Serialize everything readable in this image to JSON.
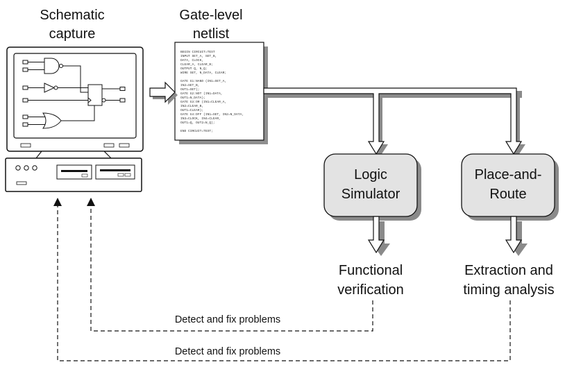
{
  "labels": {
    "schematic_line1": "Schematic",
    "schematic_line2": "capture",
    "netlist_line1": "Gate-level",
    "netlist_line2": "netlist",
    "simulator_line1": "Logic",
    "simulator_line2": "Simulator",
    "par_line1": "Place-and-",
    "par_line2": "Route",
    "func_line1": "Functional",
    "func_line2": "verification",
    "timing_line1": "Extraction and",
    "timing_line2": "timing analysis",
    "feedback_upper": "Detect and fix problems",
    "feedback_lower": "Detect and fix problems"
  },
  "netlist_code": [
    "BEGIN CIRCUIT=TEST",
    "  INPUT  SET_A, SET_B,",
    "         DATA, CLOCK,",
    "         CLEAR_A, CLEAR_B;",
    "  OUTPUT Q, N_Q;",
    "  WIRE   SET, N_DATA, CLEAR;",
    "",
    "  GATE G1:NAND  (IN1=SET_A,",
    "                 IN2=SET_B,",
    "                 OUT1=SET);",
    "  GATE G2:NOT   (IN1=DATA,",
    "                 OUT1=N_DATA);",
    "  GATE G3:OR    (IN1=CLEAR_A,",
    "                 IN2=CLEAR_B,",
    "                 OUT1=CLEAR);",
    "  GATE G4:DFF   (IN1=SET, IN2=N_DATA,",
    "                 IN3=CLOCK, IN4=CLEAR,",
    "                 OUT1=Q, OUT2=N_Q);",
    "",
    "END CIRCUIT=TEST;"
  ]
}
